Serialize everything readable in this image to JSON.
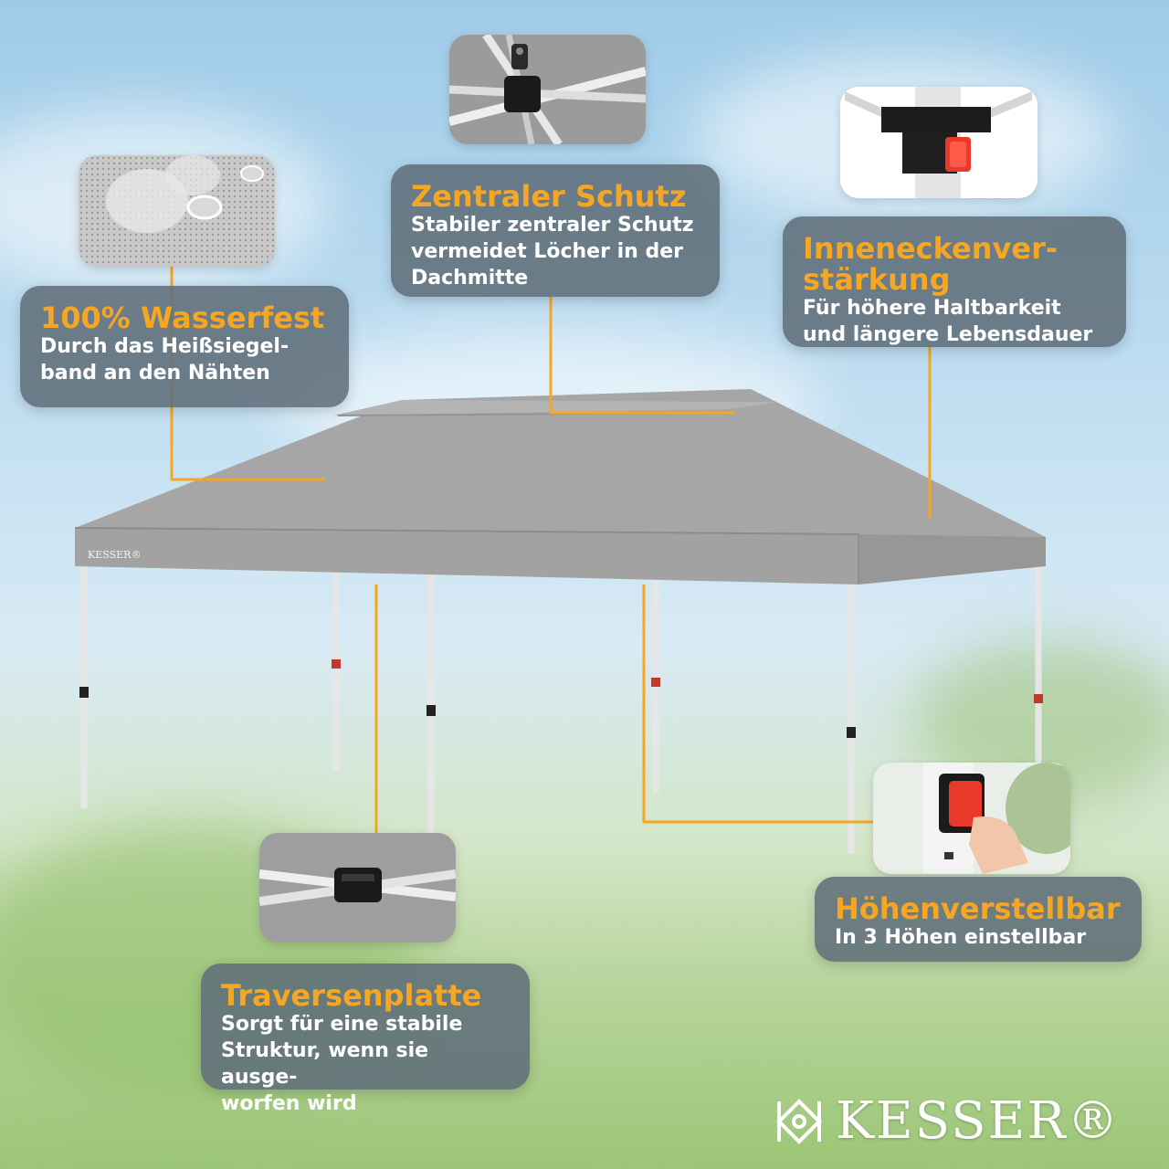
{
  "callouts": {
    "waterproof": {
      "title": "100% Wasserfest",
      "desc": "Durch das Heißsiegel-\nband an den Nähten",
      "icon": "water-droplet-icon"
    },
    "central": {
      "title": "Zentraler Schutz",
      "desc": "Stabiler zentraler Schutz\nvermeidet Löcher in der\nDachmitte",
      "icon": "central-joint-icon"
    },
    "corner": {
      "title": "Inneneckenver-\nstärkung",
      "desc": "Für höhere Haltbarkeit\nund längere Lebensdauer",
      "icon": "corner-bracket-icon"
    },
    "height": {
      "title": "Höhenverstellbar",
      "desc": "In 3 Höhen einstellbar",
      "icon": "height-lock-button-icon"
    },
    "truss": {
      "title": "Traversenplatte",
      "desc": "Sorgt für eine stabile\nStruktur, wenn sie ausge-\nworfen wird",
      "icon": "truss-connector-icon"
    }
  },
  "brand": {
    "name": "KESSER®",
    "canopy_label": "KESSER®"
  },
  "colors": {
    "accent": "#f5a623",
    "callout_bg": "#606e7a",
    "canopy": "#a3a3a3",
    "lock_red": "#e8392b"
  }
}
